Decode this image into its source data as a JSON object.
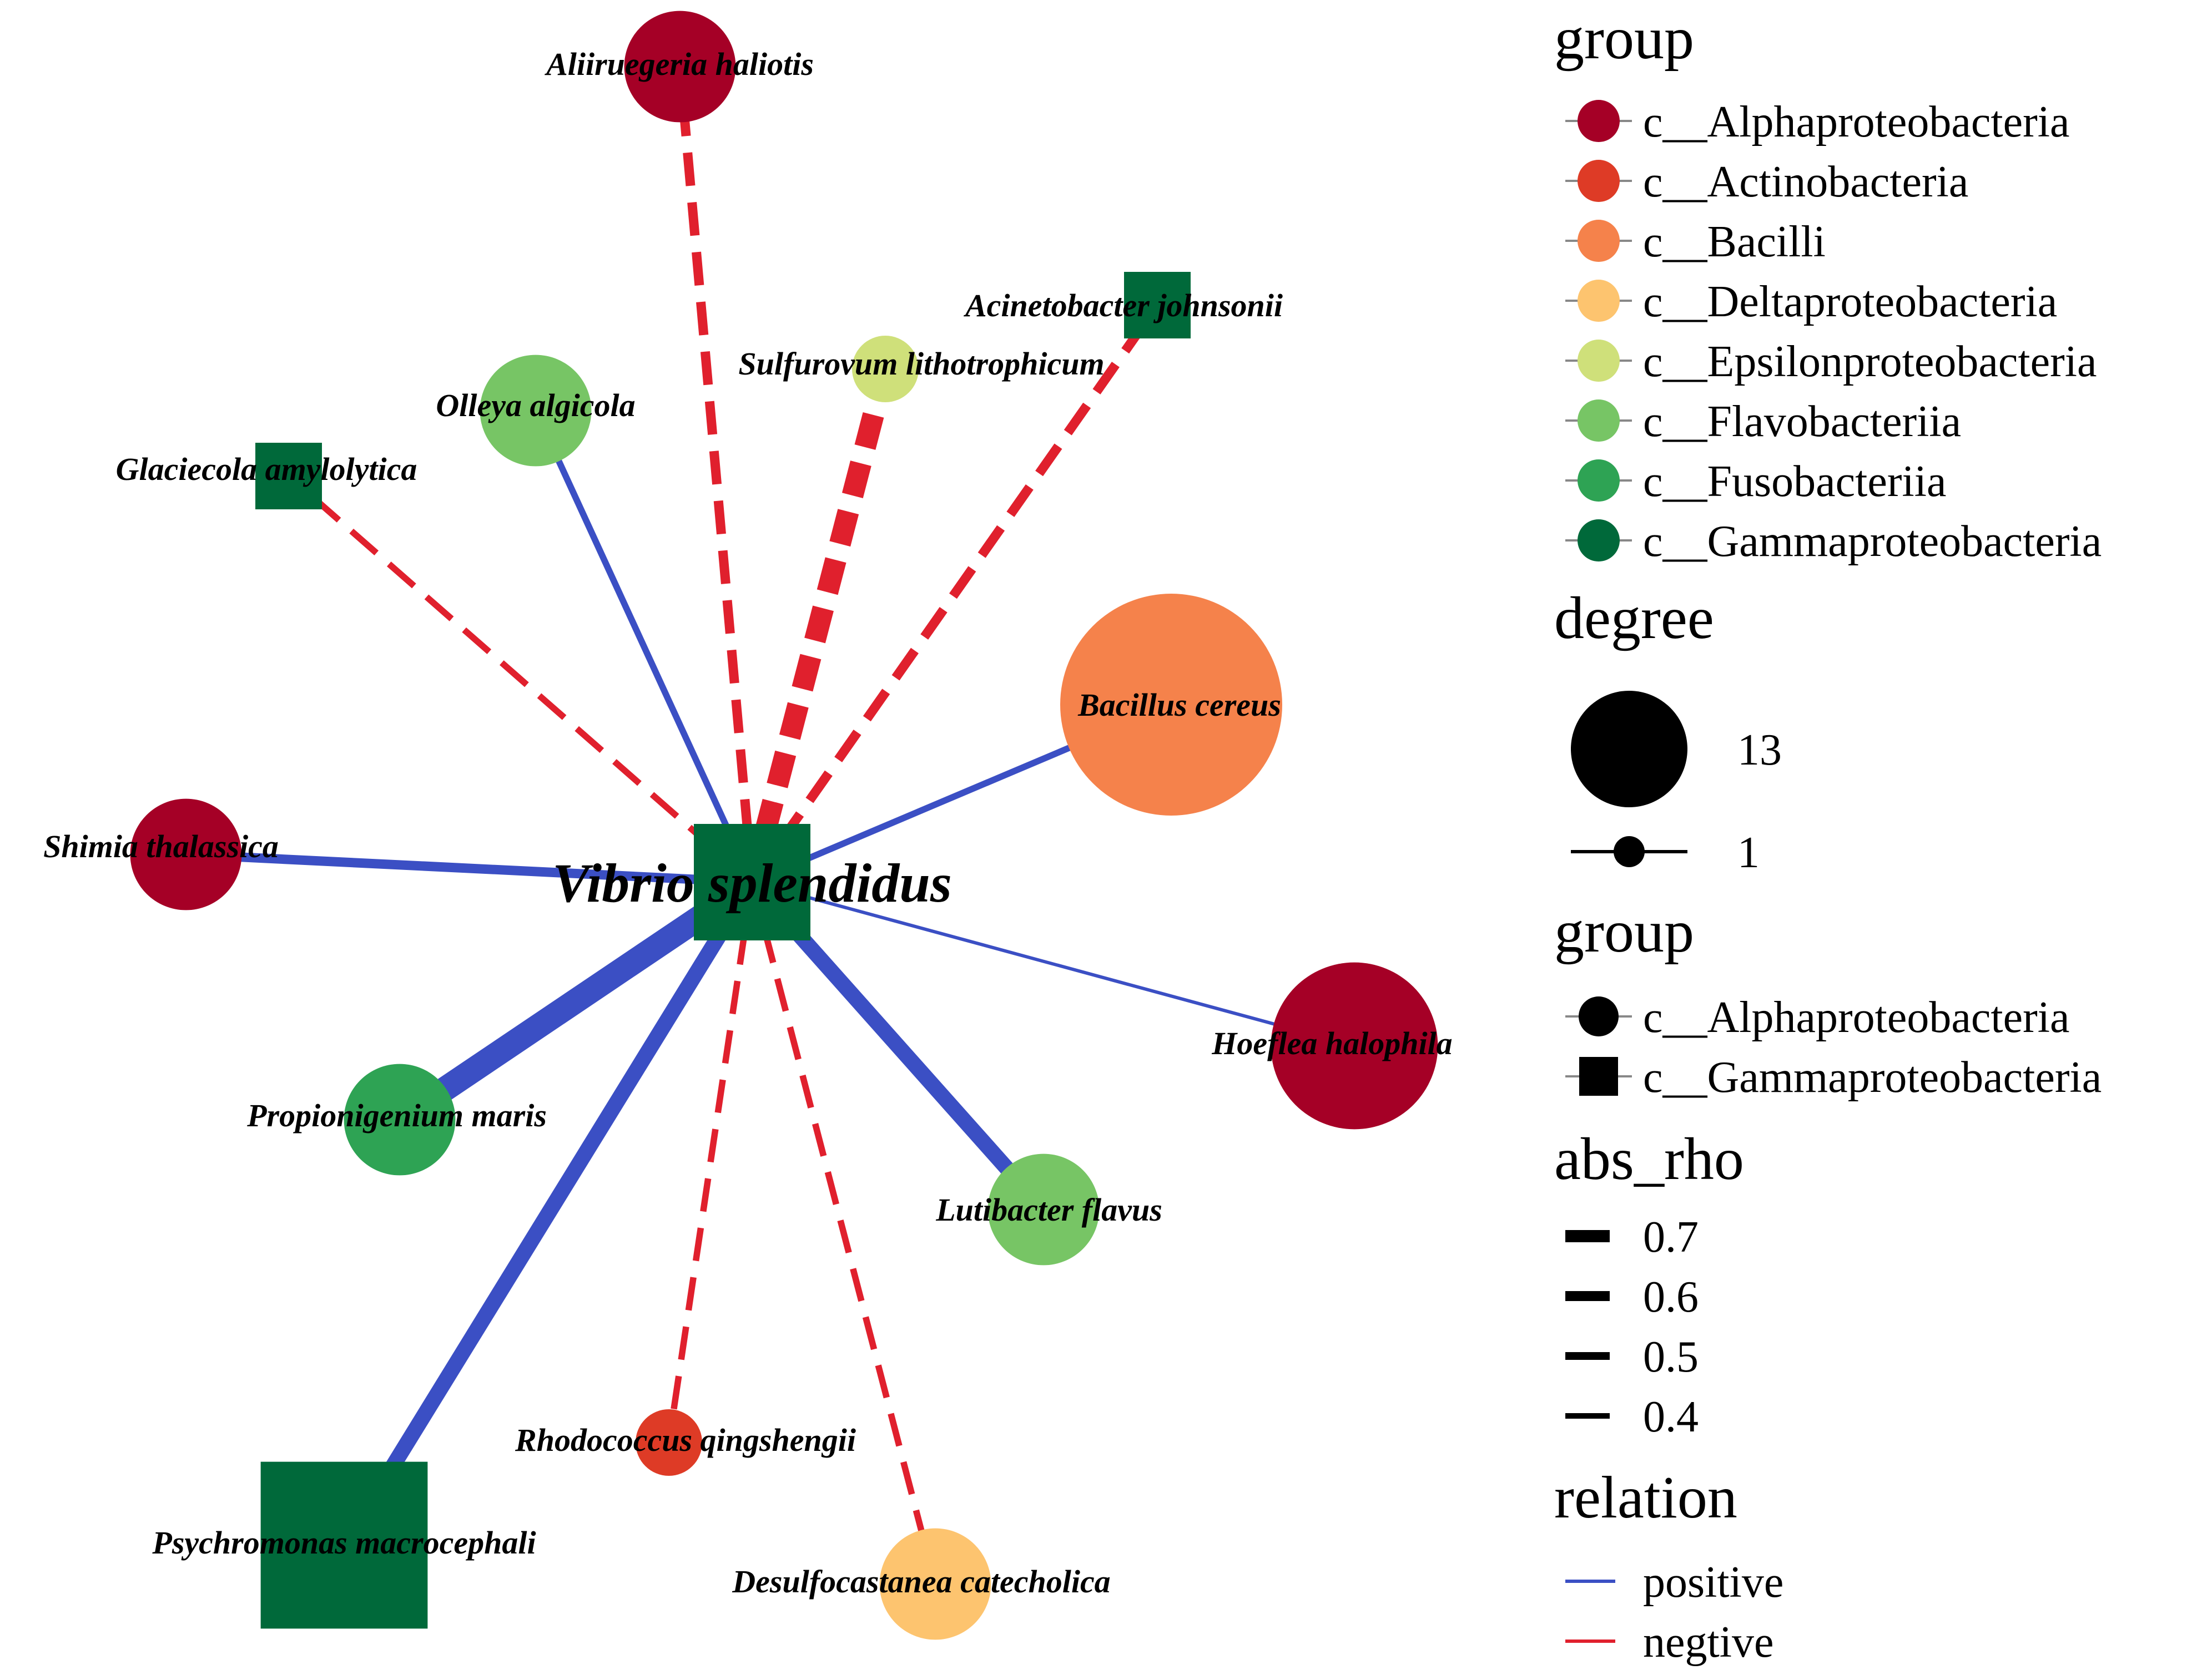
{
  "network": {
    "center": {
      "id": "vibrio",
      "label": "Vibrio splendidus",
      "color": "#00693a",
      "shape": "square"
    },
    "nodes": [
      {
        "id": "aliiruegeria",
        "label": "Aliiruegeria haliotis",
        "group": "c__Alphaproteobacteria",
        "shape": "circle",
        "degree": 2
      },
      {
        "id": "acinetobacter",
        "label": "Acinetobacter johnsonii",
        "group": "c__Gammaproteobacteria",
        "shape": "square",
        "degree": 1
      },
      {
        "id": "sulfurovum",
        "label": "Sulfurovum lithotrophicum",
        "group": "c__Epsilonproteobacteria",
        "shape": "circle",
        "degree": 1
      },
      {
        "id": "olleya",
        "label": "Olleya algicola",
        "group": "c__Flavobacteriia",
        "shape": "circle",
        "degree": 2
      },
      {
        "id": "glaciecola",
        "label": "Glaciecola amylolytica",
        "group": "c__Gammaproteobacteria",
        "shape": "square",
        "degree": 1
      },
      {
        "id": "bacillus",
        "label": "Bacillus cereus",
        "group": "c__Bacilli",
        "shape": "circle",
        "degree": 13
      },
      {
        "id": "shimia",
        "label": "Shimia thalassica",
        "group": "c__Alphaproteobacteria",
        "shape": "circle",
        "degree": 2
      },
      {
        "id": "hoeflea",
        "label": "Hoeflea halophila",
        "group": "c__Alphaproteobacteria",
        "shape": "circle",
        "degree": 6
      },
      {
        "id": "propionigenium",
        "label": "Propionigenium maris",
        "group": "c__Fusobacteriia",
        "shape": "circle",
        "degree": 2
      },
      {
        "id": "lutibacter",
        "label": "Lutibacter flavus",
        "group": "c__Flavobacteriia",
        "shape": "circle",
        "degree": 2
      },
      {
        "id": "rhodococcus",
        "label": "Rhodococcus qingshengii",
        "group": "c__Actinobacteria",
        "shape": "circle",
        "degree": 1
      },
      {
        "id": "psychromonas",
        "label": "Psychromonas macrocephali",
        "group": "c__Gammaproteobacteria",
        "shape": "square",
        "degree": 6
      },
      {
        "id": "desulfocastanea",
        "label": "Desulfocastanea catecholica",
        "group": "c__Deltaproteobacteria",
        "shape": "circle",
        "degree": 2
      }
    ],
    "edges": [
      {
        "to": "aliiruegeria",
        "relation": "negtive",
        "abs_rho": 0.5
      },
      {
        "to": "acinetobacter",
        "relation": "negtive",
        "abs_rho": 0.5
      },
      {
        "to": "sulfurovum",
        "relation": "negtive",
        "abs_rho": 0.7
      },
      {
        "to": "olleya",
        "relation": "positive",
        "abs_rho": 0.45
      },
      {
        "to": "glaciecola",
        "relation": "negtive",
        "abs_rho": 0.45
      },
      {
        "to": "bacillus",
        "relation": "positive",
        "abs_rho": 0.45
      },
      {
        "to": "shimia",
        "relation": "positive",
        "abs_rho": 0.5
      },
      {
        "to": "hoeflea",
        "relation": "positive",
        "abs_rho": 0.4
      },
      {
        "to": "propionigenium",
        "relation": "positive",
        "abs_rho": 0.75
      },
      {
        "to": "lutibacter",
        "relation": "positive",
        "abs_rho": 0.6
      },
      {
        "to": "rhodococcus",
        "relation": "negtive",
        "abs_rho": 0.45
      },
      {
        "to": "psychromonas",
        "relation": "positive",
        "abs_rho": 0.6
      },
      {
        "to": "desulfocastanea",
        "relation": "negtive",
        "abs_rho": 0.45
      }
    ]
  },
  "legend": {
    "group_title": "group",
    "groups": [
      {
        "label": "c__Alphaproteobacteria",
        "color": "#a50026"
      },
      {
        "label": "c__Actinobacteria",
        "color": "#de3b26"
      },
      {
        "label": "c__Bacilli",
        "color": "#f5824b"
      },
      {
        "label": "c__Deltaproteobacteria",
        "color": "#fdc46f"
      },
      {
        "label": "c__Epsilonproteobacteria",
        "color": "#cfe07a"
      },
      {
        "label": "c__Flavobacteriia",
        "color": "#77c565"
      },
      {
        "label": "c__Fusobacteriia",
        "color": "#2ea354"
      },
      {
        "label": "c__Gammaproteobacteria",
        "color": "#00693a"
      }
    ],
    "degree_title": "degree",
    "degree_items": [
      {
        "label": "13",
        "value": 13
      },
      {
        "label": "1",
        "value": 1
      }
    ],
    "shape_title": "group",
    "shapes": [
      {
        "label": "c__Alphaproteobacteria",
        "shape": "circle"
      },
      {
        "label": "c__Gammaproteobacteria",
        "shape": "square"
      }
    ],
    "rho_title": "abs_rho",
    "rho_items": [
      {
        "label": "0.7",
        "value": 0.7
      },
      {
        "label": "0.6",
        "value": 0.6
      },
      {
        "label": "0.5",
        "value": 0.5
      },
      {
        "label": "0.4",
        "value": 0.4
      }
    ],
    "relation_title": "relation",
    "relations": [
      {
        "label": "positive",
        "color": "#3b4fc4",
        "dash": false
      },
      {
        "label": "negtive",
        "color": "#e0202d",
        "dash": true
      }
    ]
  }
}
